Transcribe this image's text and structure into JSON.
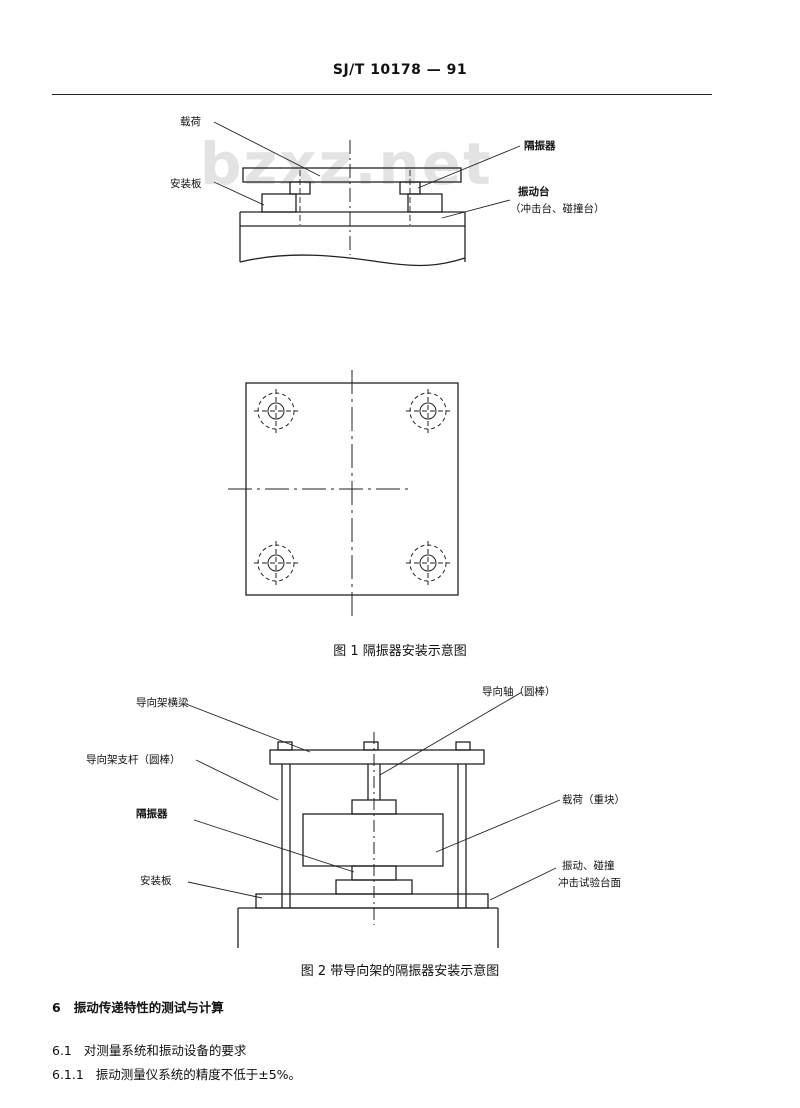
{
  "header": {
    "code": "SJ/T 10178 — 91"
  },
  "watermark": {
    "text": "bzxz.net"
  },
  "figure1": {
    "labels": {
      "load": "载荷",
      "isolator": "隔振器",
      "mount_plate": "安装板",
      "table": "振动台",
      "table2": "（冲击台、碰撞台）"
    },
    "caption": "图 1   隔振器安装示意图"
  },
  "figure2": {
    "labels": {
      "guide_top": "导向架横梁",
      "guide_rod": "导向轴（圆棒）",
      "guide_support": "导向架支杆（圆棒）",
      "isolator": "隔振器",
      "load": "载荷（重块）",
      "mount_plate": "安装板",
      "machine": "振动、碰撞",
      "machine2": "冲击试验台面"
    },
    "caption": "图 2   带导向架的隔振器安装示意图"
  },
  "sections": [
    {
      "num": "6",
      "text": "振动传递特性的测试与计算"
    },
    {
      "num": "6.1",
      "text": "对测量系统和振动设备的要求"
    },
    {
      "num": "6.1.1",
      "text": "振动测量仪系统的精度不低于±5%。"
    }
  ]
}
